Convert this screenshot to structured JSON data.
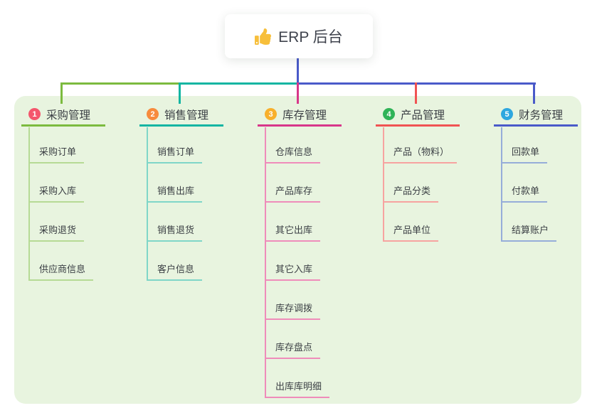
{
  "root": {
    "title": "ERP 后台",
    "icon": "thumbs-up"
  },
  "canvas": {
    "bg": "#e8f4df",
    "page_bg": "#ffffff"
  },
  "connectors": {
    "trunk_color": "#4a5ac9",
    "bus_colors": [
      "#7cbb3f",
      "#12b5a2",
      "#4a5ac9"
    ]
  },
  "branches": [
    {
      "num": "1",
      "label": "采购管理",
      "badge_color": "#f4566c",
      "line_color": "#7cbb3f",
      "child_line_color": "#b6da95",
      "children": [
        "采购订单",
        "采购入库",
        "采购退货",
        "供应商信息"
      ]
    },
    {
      "num": "2",
      "label": "销售管理",
      "badge_color": "#f78b3d",
      "line_color": "#12b5a2",
      "child_line_color": "#7fd6c8",
      "children": [
        "销售订单",
        "销售出库",
        "销售退货",
        "客户信息"
      ]
    },
    {
      "num": "3",
      "label": "库存管理",
      "badge_color": "#f8b02c",
      "line_color": "#d8378a",
      "child_line_color": "#ef8cba",
      "children": [
        "仓库信息",
        "产品库存",
        "其它出库",
        "其它入库",
        "库存调拨",
        "库存盘点",
        "出库库明细"
      ]
    },
    {
      "num": "4",
      "label": "产品管理",
      "badge_color": "#2fb357",
      "line_color": "#f05353",
      "child_line_color": "#f7a3a0",
      "children": [
        "产品（物料）",
        "产品分类",
        "产品单位"
      ]
    },
    {
      "num": "5",
      "label": "财务管理",
      "badge_color": "#2ea7df",
      "line_color": "#4a5ac9",
      "child_line_color": "#96add9",
      "children": [
        "回款单",
        "付款单",
        "结算账户"
      ]
    }
  ]
}
